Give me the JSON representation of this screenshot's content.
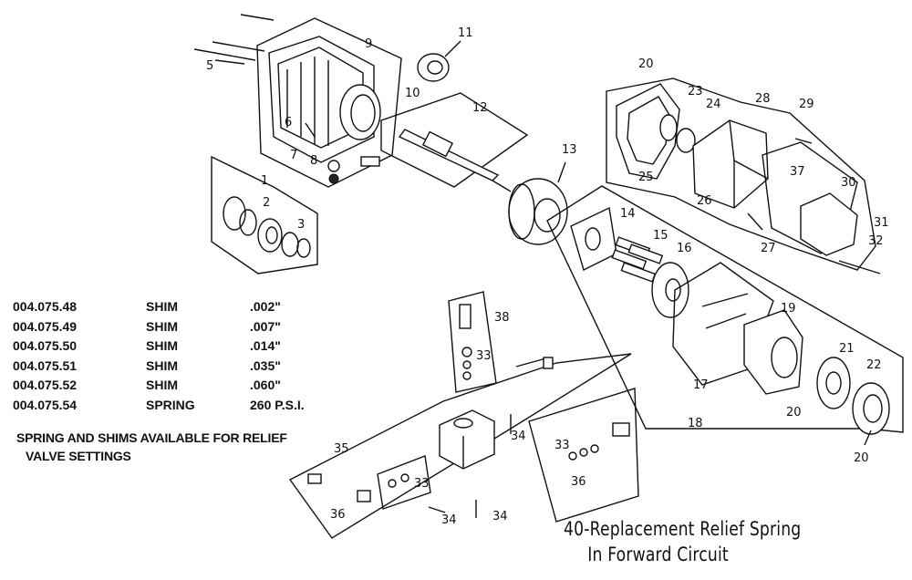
{
  "parts_table": {
    "rows": [
      {
        "part_number": "004.075.48",
        "description": "SHIM",
        "value": ".002\""
      },
      {
        "part_number": "004.075.49",
        "description": "SHIM",
        "value": ".007\""
      },
      {
        "part_number": "004.075.50",
        "description": "SHIM",
        "value": ".014\""
      },
      {
        "part_number": "004.075.51",
        "description": "SHIM",
        "value": ".035\""
      },
      {
        "part_number": "004.075.52",
        "description": "SHIM",
        "value": ".060\""
      },
      {
        "part_number": "004.075.54",
        "description": "SPRING",
        "value": "260 P.S.I."
      }
    ]
  },
  "note": {
    "line1": "SPRING AND SHIMS AVAILABLE FOR RELIEF",
    "line2": "VALVE SETTINGS"
  },
  "caption": {
    "line1": "40-Replacement Relief  Spring",
    "line2": "In Forward Circuit"
  },
  "callouts": {
    "c1": "1",
    "c2": "2",
    "c3": "3",
    "c5": "5",
    "c6": "6",
    "c7": "7",
    "c8": "8",
    "c9": "9",
    "c10": "10",
    "c11": "11",
    "c12": "12",
    "c13": "13",
    "c14": "14",
    "c15": "15",
    "c16": "16",
    "c17": "17",
    "c18": "18",
    "c19": "19",
    "c20a": "20",
    "c20b": "20",
    "c20c": "20",
    "c21": "21",
    "c22": "22",
    "c23": "23",
    "c24": "24",
    "c25": "25",
    "c26": "26",
    "c27": "27",
    "c28": "28",
    "c29": "29",
    "c30": "30",
    "c31": "31",
    "c32": "32",
    "c33a": "33",
    "c33b": "33",
    "c33c": "33",
    "c34a": "34",
    "c34b": "34",
    "c34c": "34",
    "c35": "35",
    "c36a": "36",
    "c36b": "36",
    "c37": "37",
    "c38": "38"
  }
}
